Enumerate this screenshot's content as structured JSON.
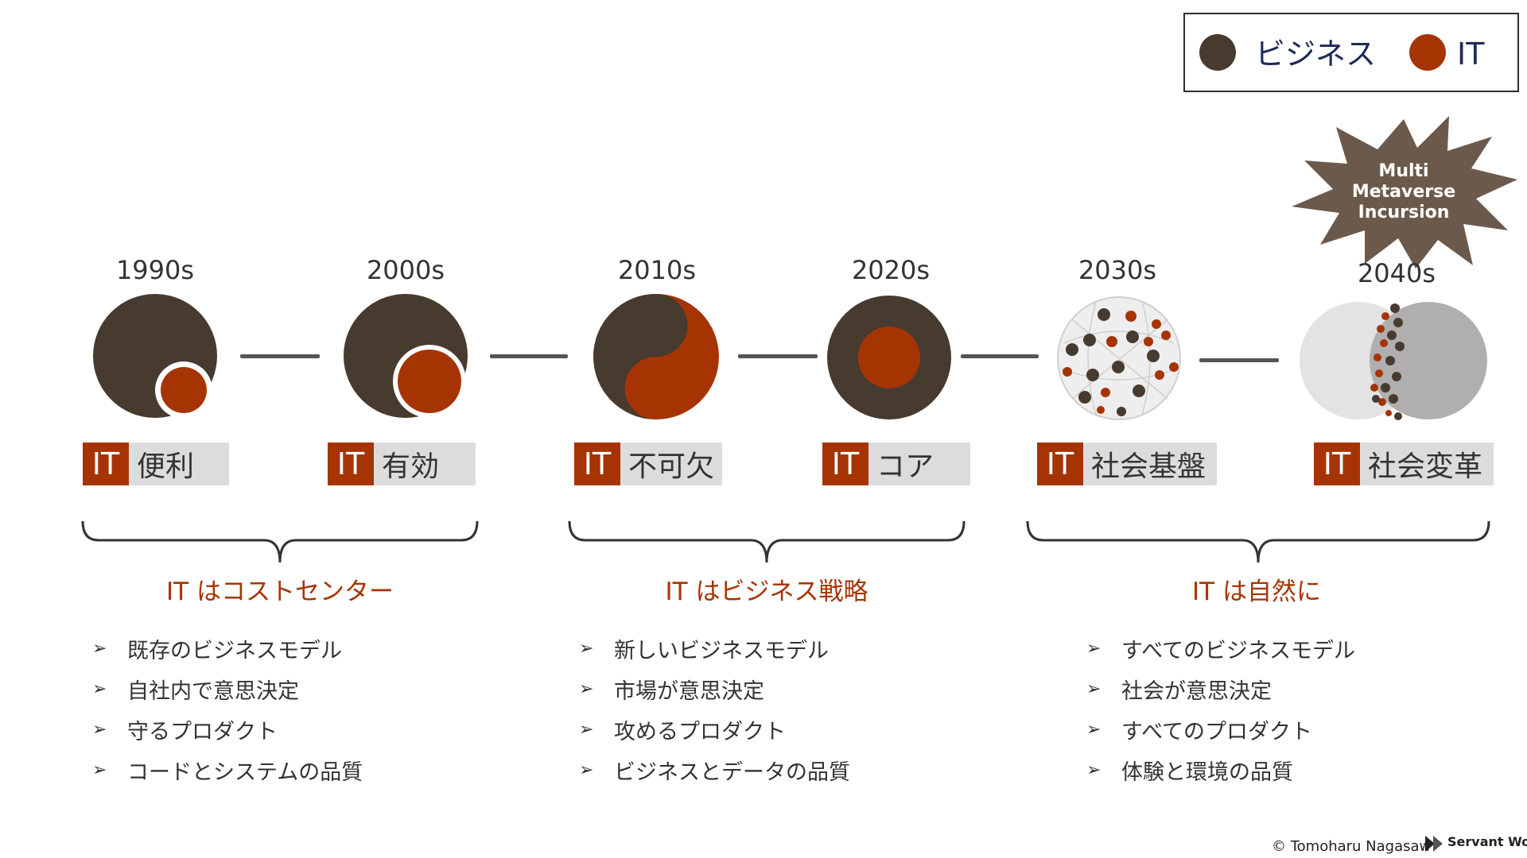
{
  "legend": {
    "business_label": "ビジネス",
    "it_label": "IT",
    "colors": {
      "business": "#473a2f",
      "it": "#a63403"
    }
  },
  "starburst": {
    "line1": "Multi",
    "line2": "Metaverse",
    "line3": "Incursion",
    "color": "#6b5a4b"
  },
  "timeline": [
    {
      "year": "1990s",
      "it": "IT",
      "label": "便利"
    },
    {
      "year": "2000s",
      "it": "IT",
      "label": "有効"
    },
    {
      "year": "2010s",
      "it": "IT",
      "label": "不可欠"
    },
    {
      "year": "2020s",
      "it": "IT",
      "label": "コア"
    },
    {
      "year": "2030s",
      "it": "IT",
      "label": "社会基盤"
    },
    {
      "year": "2040s",
      "it": "IT",
      "label": "社会変革"
    }
  ],
  "eras": [
    {
      "title": "IT はコストセンター",
      "bullets": [
        "既存のビジネスモデル",
        "自社内で意思決定",
        "守るプロダクト",
        "コードとシステムの品質"
      ]
    },
    {
      "title": "IT はビジネス戦略",
      "bullets": [
        "新しいビジネスモデル",
        "市場が意思決定",
        "攻めるプロダクト",
        "ビジネスとデータの品質"
      ]
    },
    {
      "title": "IT は自然に",
      "bullets": [
        "すべてのビジネスモデル",
        "社会が意思決定",
        "すべてのプロダクト",
        "体験と環境の品質"
      ]
    }
  ],
  "bullet_glyph": "➢",
  "footer": {
    "copyright": "© Tomoharu Nagasaw",
    "brand": "Servant Works"
  }
}
